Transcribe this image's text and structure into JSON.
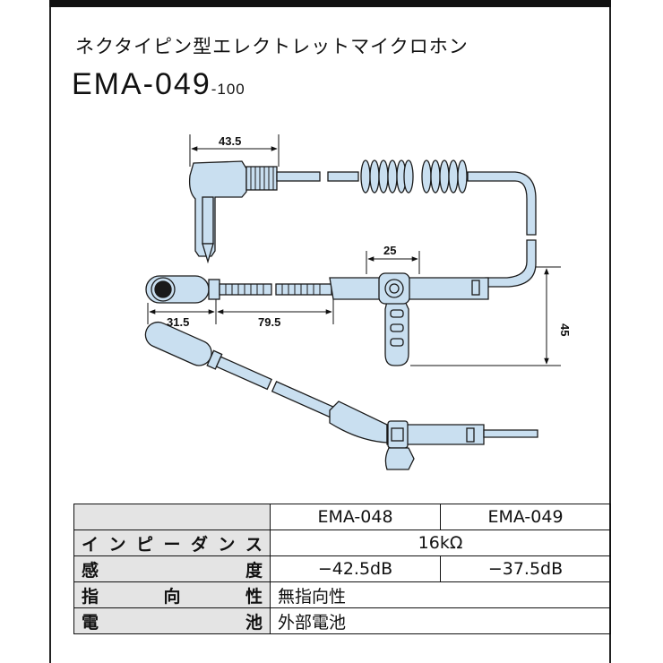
{
  "title": "ネクタイピン型エレクトレットマイクロホン",
  "model": "EMA-049",
  "model_suffix": "-100",
  "dimensions": {
    "plug_length": "43.5",
    "head_length": "31.5",
    "arm_length": "79.5",
    "clip_width": "25",
    "clip_height": "45"
  },
  "spec_table": {
    "models": [
      "EMA-048",
      "EMA-049"
    ],
    "rows": [
      {
        "label": "インピーダンス",
        "label_chars": [
          "イ",
          "ン",
          "ピ",
          "ー",
          "ダ",
          "ン",
          "ス"
        ],
        "value": "16kΩ"
      },
      {
        "label": "感度",
        "label_chars": [
          "感",
          "度"
        ],
        "values": [
          "−42.5dB",
          "−37.5dB"
        ]
      },
      {
        "label": "指向性",
        "label_chars": [
          "指",
          "向",
          "性"
        ],
        "value": "無指向性"
      },
      {
        "label": "電池",
        "label_chars": [
          "電",
          "池"
        ],
        "value": "外部電池"
      }
    ]
  },
  "colors": {
    "fill": "#c9dff0",
    "stroke": "#1a1a1a",
    "header_bg": "#e4e4e4"
  }
}
